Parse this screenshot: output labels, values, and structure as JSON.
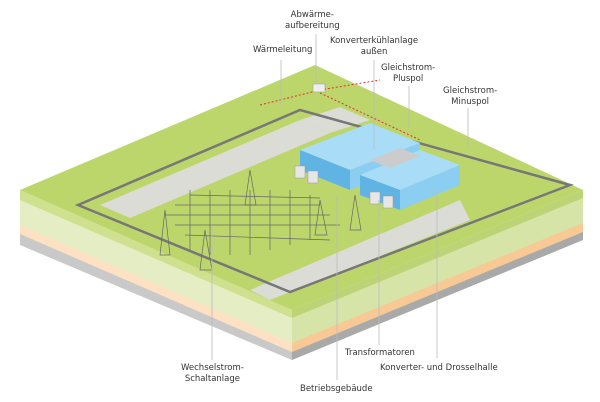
{
  "labels": {
    "abwaerme": "Abwärme-\naufbereitung",
    "waermeleitung": "Wärmeleitung",
    "konverterkuehl": "Konverterkühlanlage\naußen",
    "pluspol": "Gleichstrom-\nPluspol",
    "minuspol": "Gleichstrom-\nMinuspol",
    "wechselstrom": "Wechselstrom-\nSchaltanlage",
    "betrieb": "Betriebsgebäude",
    "transformatoren": "Transformatoren",
    "konverterhalle": "Konverter- und Drosselhalle"
  },
  "colors": {
    "grass": "#b9d56a",
    "road": "#dcdcd6",
    "building": "#7cc6ee",
    "heat_line": "#e03030",
    "soil": "#fde1c2"
  }
}
